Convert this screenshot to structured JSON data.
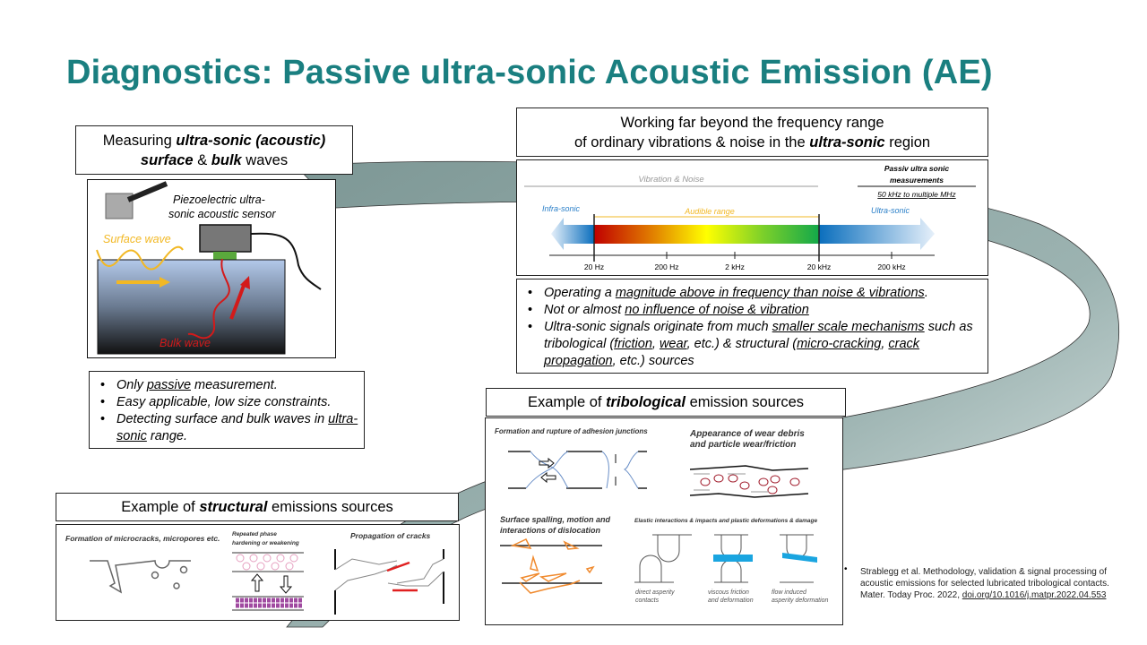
{
  "title": "Diagnostics: Passive ultra-sonic Acoustic Emission (AE)",
  "measuring": {
    "pre": "Measuring ",
    "b1": "ultra-sonic (acoustic)",
    "b2": "surface",
    "mid": " & ",
    "b3": "bulk",
    "post": " waves"
  },
  "sensor_figure": {
    "sensor_label_1": "Piezoelectric ultra-",
    "sensor_label_2": "sonic acoustic sensor",
    "surface_wave": "Surface wave",
    "bulk_wave": "Bulk wave"
  },
  "sensor_bullets": [
    {
      "a": "Only ",
      "u": "passive",
      "b": " measurement."
    },
    {
      "a": "Easy applicable, low size constraints."
    },
    {
      "a": "Detecting surface and bulk waves in ",
      "u": "ultra-sonic",
      "b": " range."
    }
  ],
  "frequency": {
    "line1": "Working far beyond the frequency range",
    "line2a": "of ordinary vibrations & noise in the ",
    "line2b": "ultra-sonic",
    "line2c": " region"
  },
  "freq_figure": {
    "vibration": "Vibration & Noise",
    "passiv1": "Passiv ultra sonic",
    "passiv2": "measurements",
    "passiv3": "50 kHz to multiple MHz",
    "infra": "Infra-sonic",
    "audible": "Audible range",
    "ultra": "Ultra-sonic",
    "ticks": [
      "20 Hz",
      "200 Hz",
      "2 kHz",
      "20 kHz",
      "200 kHz"
    ]
  },
  "freq_bullets": {
    "b1a": "Operating a ",
    "b1u": "magnitude above in frequency than noise & vibrations",
    "b1b": ".",
    "b2a": "Not or almost ",
    "b2u": "no influence of noise & vibration",
    "b3a": "Ultra-sonic signals originate from much ",
    "b3u1": "smaller scale mechanisms",
    "b3b": " such as tribological (",
    "b3u2": "friction",
    "b3c": ", ",
    "b3u3": "wear",
    "b3d": ", etc.) & structural (",
    "b3u4": "micro-cracking",
    "b3e": ", ",
    "b3u5": "crack propagation",
    "b3f": ", etc.) sources"
  },
  "tribo": {
    "pre": "Example of ",
    "b": "tribological",
    "post": " emission sources",
    "adhesion": "Formation and rupture of adhesion junctions",
    "wear1": "Appearance of wear debris",
    "wear2": "and particle wear/friction",
    "spall1": "Surface spalling, motion and",
    "spall2": "interactions of dislocation",
    "elastic": "Elastic interactions & impacts and plastic deformations & damage",
    "c1a": "direct asperity",
    "c1b": "contacts",
    "c2a": "viscous friction",
    "c2b": "and deformation",
    "c3a": "flow induced",
    "c3b": "asperity deformation"
  },
  "structural": {
    "pre": "Example of ",
    "b": "structural",
    "post": " emissions sources",
    "micro": "Formation of microcracks, micropores etc.",
    "phase1": "Repeated phase",
    "phase2": "hardening or weakening",
    "prop": "Propagation of cracks"
  },
  "reference": {
    "l1": "Strablegg et al. Methodology, validation & signal processing of",
    "l2": "acoustic emissions for selected lubricated tribological contacts.",
    "l3a": "Mater. Today Proc. 2022, ",
    "l3u": "doi.org/10.1016/j.matpr.2022.04.553"
  }
}
